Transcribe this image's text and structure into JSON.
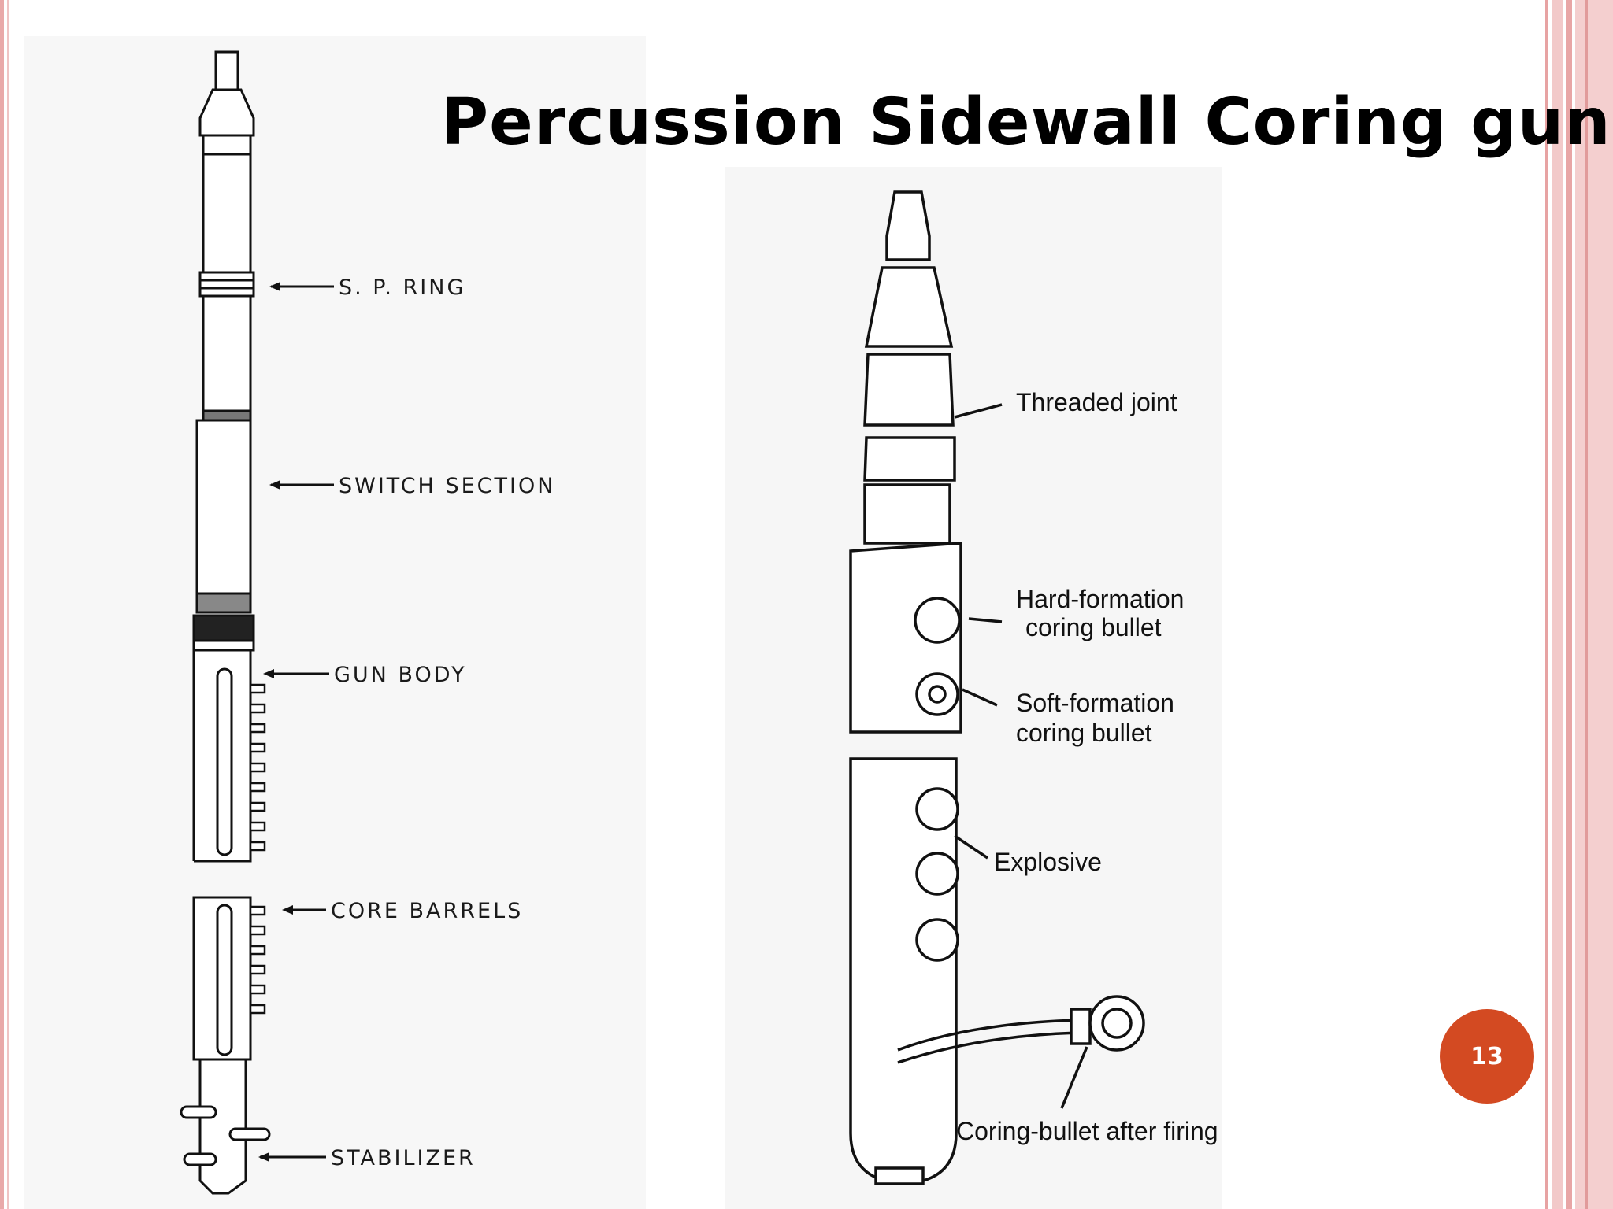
{
  "slide": {
    "title": "Percussion Sidewall Coring gun",
    "page_number": "13"
  },
  "left_figure": {
    "labels": {
      "sp_ring": "S. P. RING",
      "switch_section": "SWITCH SECTION",
      "gun_body": "GUN BODY",
      "core_barrels": "CORE BARRELS",
      "stabilizer": "STABILIZER"
    }
  },
  "right_figure": {
    "labels": {
      "threaded_joint": "Threaded joint",
      "hard_formation_1": "Hard-formation",
      "hard_formation_2": "coring bullet",
      "soft_formation_1": "Soft-formation",
      "soft_formation_2": "coring bullet",
      "explosive": "Explosive",
      "after_firing": "Coring-bullet after firing"
    }
  },
  "colors": {
    "border_pink": "#e9a9a9",
    "badge_orange": "#d34a22"
  }
}
